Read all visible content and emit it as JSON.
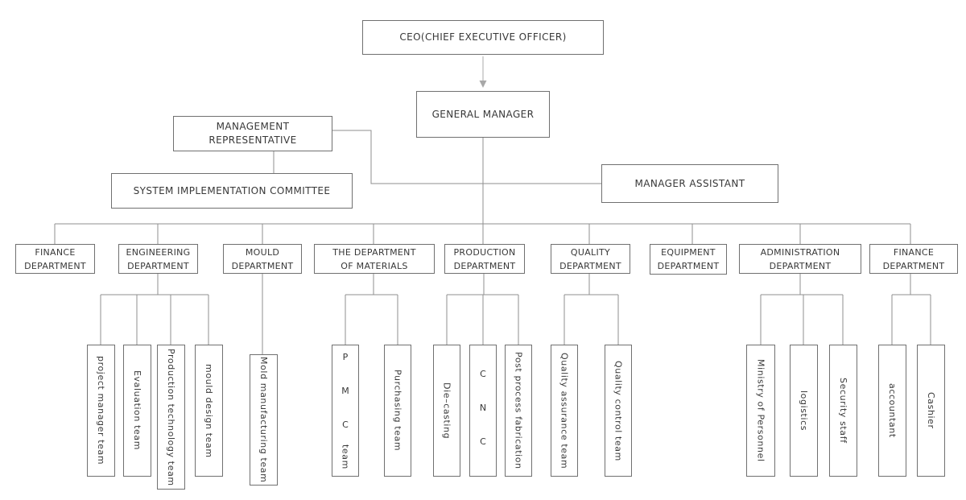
{
  "colors": {
    "box_border": "#707070",
    "connector_line": "#8f8f8f",
    "arrow": "#a8a8a8",
    "text": "#383838",
    "background": "#ffffff"
  },
  "top": {
    "ceo": "CEO(CHIEF EXECUTIVE OFFICER)",
    "general_manager": "GENERAL MANAGER",
    "management_representative": {
      "line1": "MANAGEMENT",
      "line2": "REPRESENTATIVE"
    },
    "system_implementation_committee": "SYSTEM IMPLEMENTATION COMMITTEE",
    "manager_assistant": "MANAGER ASSISTANT"
  },
  "departments": [
    {
      "line1": "FINANCE",
      "line2": "DEPARTMENT"
    },
    {
      "line1": "ENGINEERING",
      "line2": "DEPARTMENT"
    },
    {
      "line1": "MOULD",
      "line2": "DEPARTMENT"
    },
    {
      "line1": "THE DEPARTMENT",
      "line2": "OF MATERIALS"
    },
    {
      "line1": "PRODUCTION",
      "line2": "DEPARTMENT"
    },
    {
      "line1": "QUALITY",
      "line2": "DEPARTMENT"
    },
    {
      "line1": "EQUIPMENT",
      "line2": "DEPARTMENT"
    },
    {
      "line1": "ADMINISTRATION",
      "line2": "DEPARTMENT"
    },
    {
      "line1": "FINANCE",
      "line2": "DEPARTMENT"
    }
  ],
  "teams": [
    {
      "label": "project manager team"
    },
    {
      "label": "Evaluation team"
    },
    {
      "label": "Production technology team"
    },
    {
      "label": "mould design team"
    },
    {
      "label": "Mold manufacturing team"
    },
    {
      "letters": "P M C",
      "suffix": "team"
    },
    {
      "label": "Purchasing team"
    },
    {
      "label": "Die–casting"
    },
    {
      "letters": "C N C"
    },
    {
      "label": "Post process fabrication"
    },
    {
      "label": "Quality assurance team"
    },
    {
      "label": "Quality control team"
    },
    {
      "label": "Ministry of Personnel"
    },
    {
      "label": "logistics"
    },
    {
      "label": "Security staff"
    },
    {
      "label": "accountant"
    },
    {
      "label": "Cashier"
    }
  ]
}
